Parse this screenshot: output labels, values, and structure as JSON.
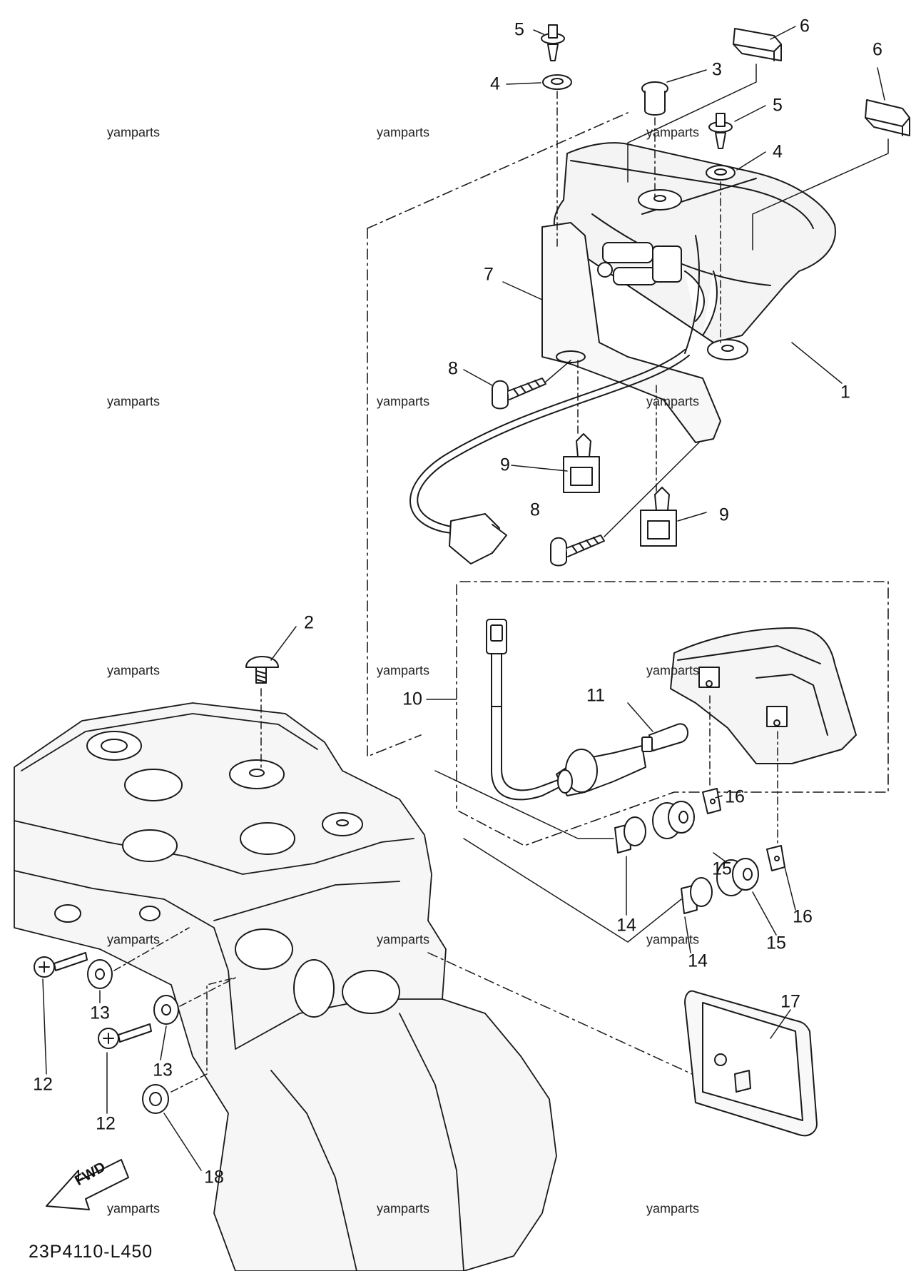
{
  "diagram_code": "23P4110-L450",
  "fwd_label": "FWD",
  "watermark": "yamparts",
  "callouts": [
    "5",
    "6",
    "6",
    "3",
    "4",
    "5",
    "4",
    "7",
    "1",
    "8",
    "9",
    "8",
    "9",
    "2",
    "10",
    "11",
    "16",
    "15",
    "16",
    "14",
    "15",
    "14",
    "17",
    "13",
    "12",
    "13",
    "12",
    "18"
  ],
  "colors": {
    "line": "#1a1a1a",
    "part_fill": "#f3f3f3",
    "background": "#ffffff"
  }
}
